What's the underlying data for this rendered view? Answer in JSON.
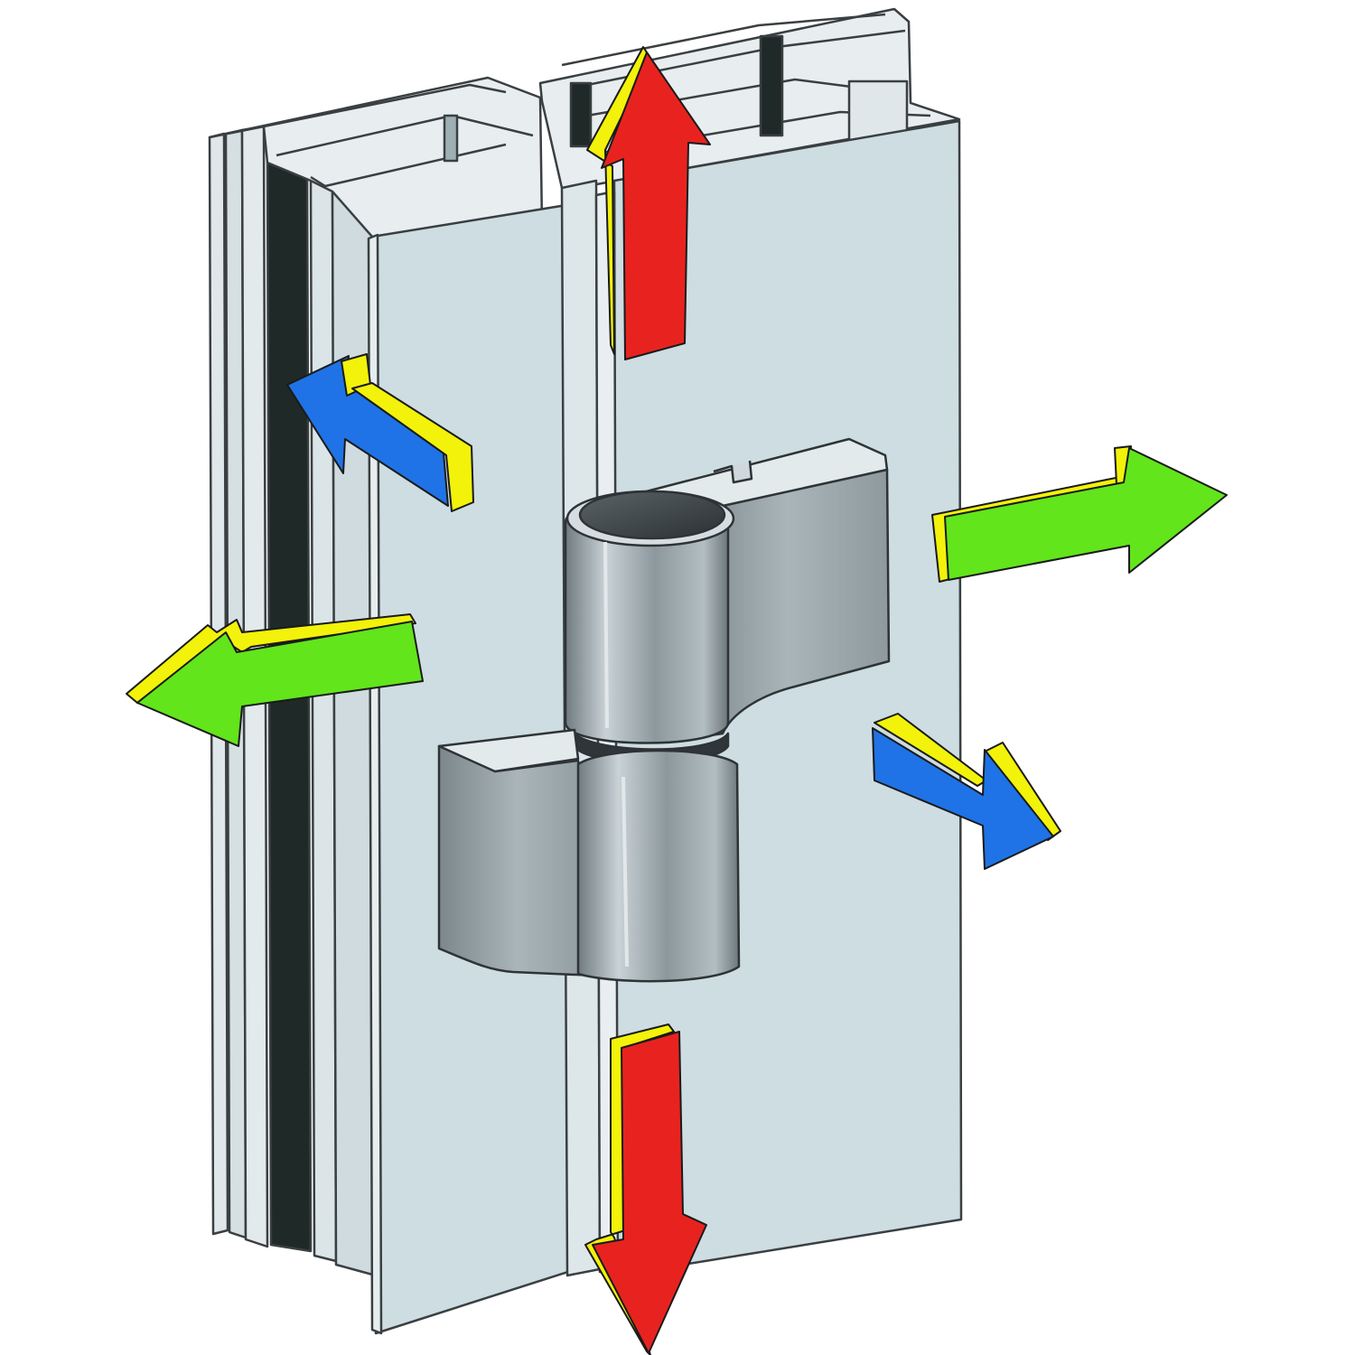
{
  "figure": {
    "background": "#ffffff",
    "profile_face_color": "#cfdfe3",
    "profile_side_color": "#dde7ea",
    "profile_dark_color": "#1f2a28",
    "outline_color": "#3a3f42",
    "hinge_metal_color": "#9aa6ab",
    "hinge_cap_color": "#3c4245",
    "arrow_colors": {
      "vertical": "#e8231f",
      "depth": "#1f73e6",
      "lateral": "#62e51b",
      "bevel": "#f2f20a"
    },
    "components": [
      {
        "name": "frame-profile"
      },
      {
        "name": "sash-profile"
      },
      {
        "name": "barrel-hinge"
      }
    ],
    "adjustment_arrows": [
      {
        "name": "up",
        "axis": "vertical",
        "color_key": "vertical"
      },
      {
        "name": "down",
        "axis": "vertical",
        "color_key": "vertical"
      },
      {
        "name": "left",
        "axis": "lateral",
        "color_key": "lateral"
      },
      {
        "name": "right",
        "axis": "lateral",
        "color_key": "lateral"
      },
      {
        "name": "back",
        "axis": "depth",
        "color_key": "depth"
      },
      {
        "name": "front",
        "axis": "depth",
        "color_key": "depth"
      }
    ]
  }
}
